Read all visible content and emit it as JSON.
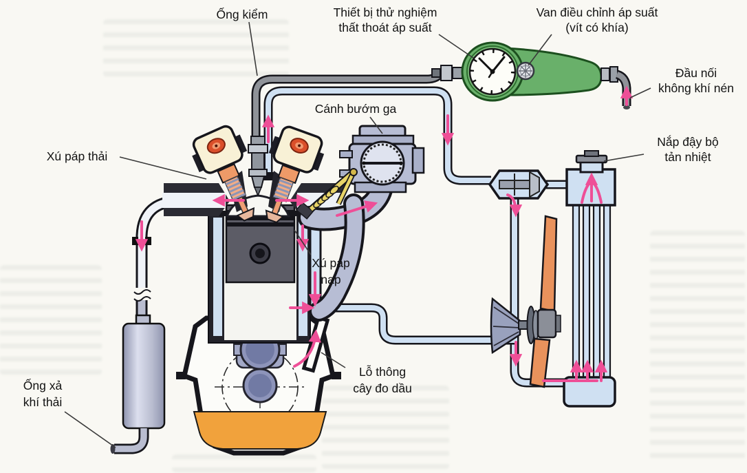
{
  "figure": {
    "type": "engine-cylinder-leakdown-test-diagram",
    "language": "vi",
    "labels": {
      "ong_kiem": {
        "lines": [
          "Ống kiểm"
        ]
      },
      "thiet_bi": {
        "lines": [
          "Thiết bị thử nghiệm",
          "thất thoát áp suất"
        ]
      },
      "van_dieu_chinh": {
        "lines": [
          "Van điều chỉnh áp suất",
          "(vít có khía)"
        ]
      },
      "dau_noi": {
        "lines": [
          "Đầu nối",
          "không khí nén"
        ]
      },
      "canh_buom_ga": {
        "lines": [
          "Cánh bướm ga"
        ]
      },
      "nap_day": {
        "lines": [
          "Nắp đậy bộ",
          "tản nhiệt"
        ]
      },
      "xu_pap_thai": {
        "lines": [
          "Xú páp thải"
        ]
      },
      "xu_pap_nap": {
        "lines": [
          "Xú páp",
          "nạp"
        ]
      },
      "lo_thong": {
        "lines": [
          "Lỗ thông",
          "cây đo dầu"
        ]
      },
      "ong_xa": {
        "lines": [
          "Ống xả",
          "khí thải"
        ]
      }
    },
    "colors": {
      "flow_arrow_pink": "#ee4f97",
      "coolant_pipe_blue": "#cfe0f2",
      "tester_green": "#69b06a",
      "oil_orange": "#f1a23c",
      "fan_orange": "#e9925c",
      "metal_lavender": "#b7bdd4",
      "valve_cover_cream": "#f8f1d6",
      "label_text": "#121212"
    }
  }
}
